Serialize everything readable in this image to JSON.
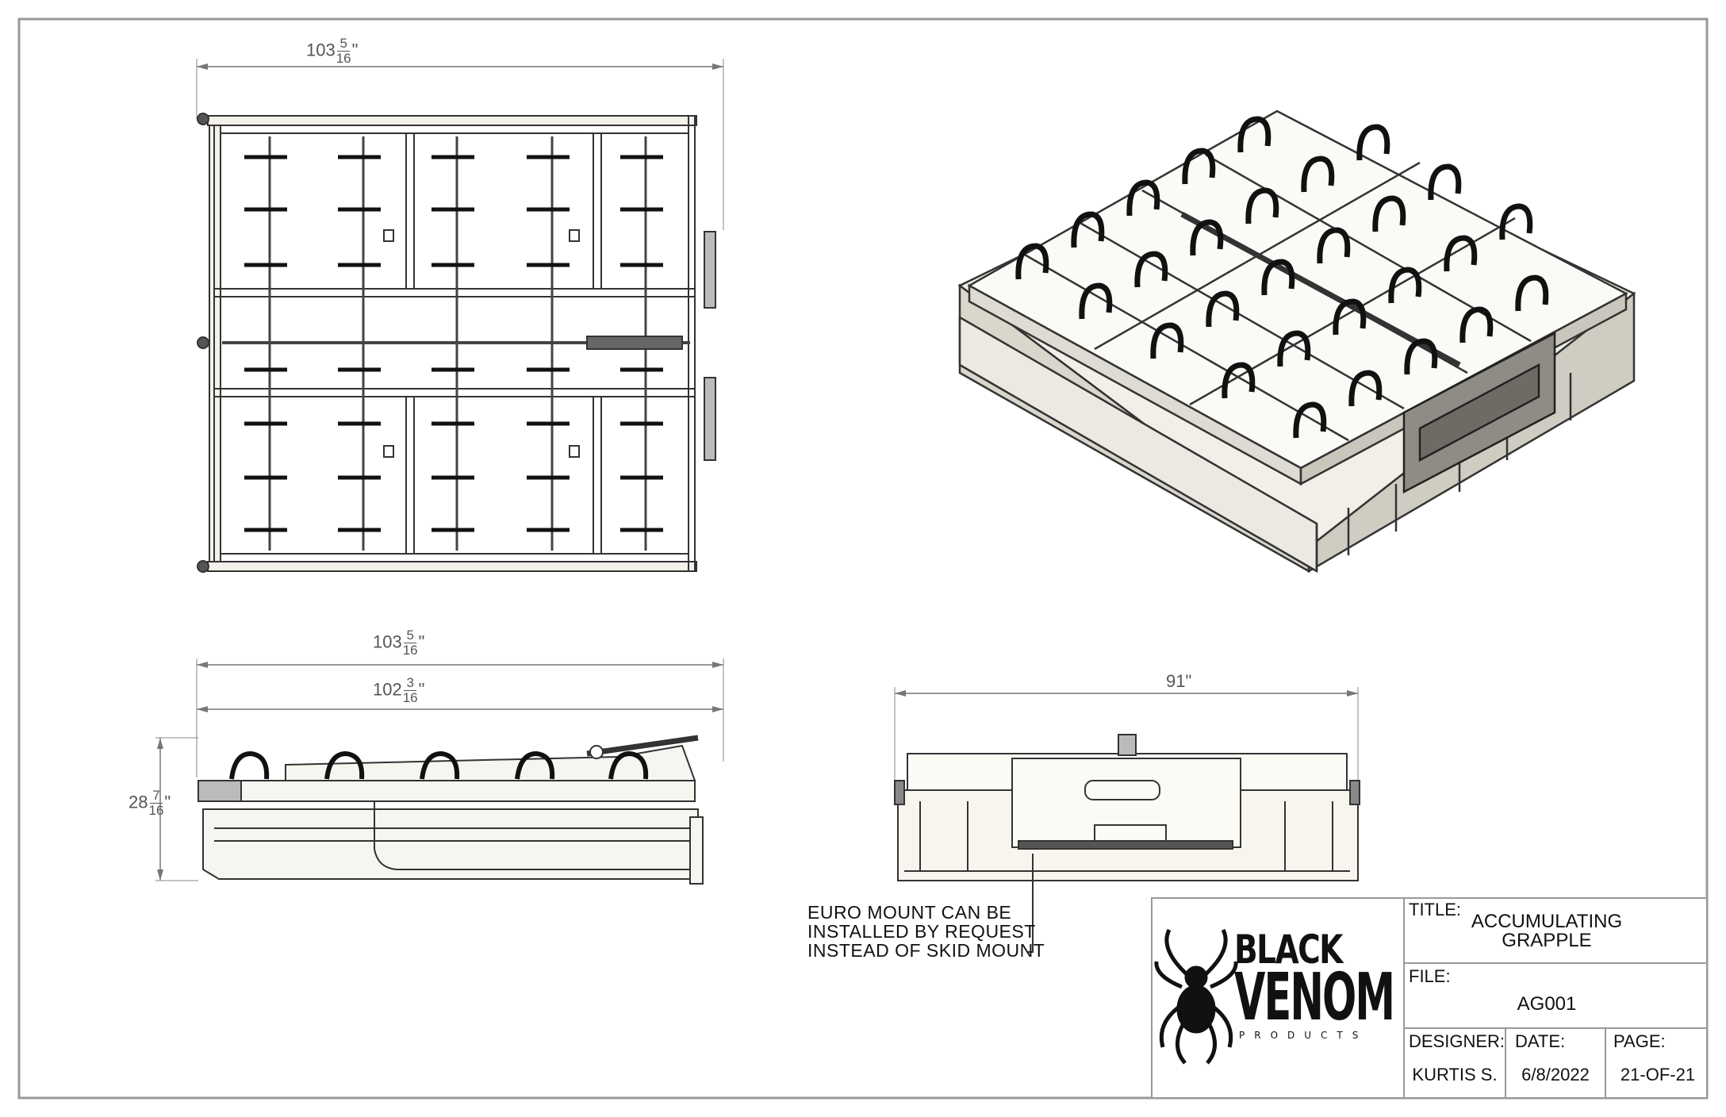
{
  "title_block": {
    "title_label": "TITLE:",
    "title_line1": "ACCUMULATING",
    "title_line2": "GRAPPLE",
    "file_label": "FILE:",
    "file_value": "AG001",
    "designer_label": "DESIGNER:",
    "designer_value": "KURTIS S.",
    "date_label": "DATE:",
    "date_value": "6/8/2022",
    "page_label": "PAGE:",
    "page_value": "21-OF-21"
  },
  "logo": {
    "line1": "BLACK",
    "line2": "VENOM",
    "line3": "PRODUCTS"
  },
  "note": {
    "line1": "EURO MOUNT CAN BE",
    "line2": "INSTALLED BY REQUEST",
    "line3": "INSTEAD OF SKID MOUNT"
  },
  "dimensions": {
    "top_width": {
      "whole": "103",
      "num": "5",
      "den": "16",
      "unit": "\""
    },
    "side_overall": {
      "whole": "103",
      "num": "5",
      "den": "16",
      "unit": "\""
    },
    "side_frame": {
      "whole": "102",
      "num": "3",
      "den": "16",
      "unit": "\""
    },
    "side_height": {
      "whole": "28",
      "num": "7",
      "den": "16",
      "unit": "\""
    },
    "front_width": {
      "whole": "91",
      "unit": "\""
    }
  }
}
